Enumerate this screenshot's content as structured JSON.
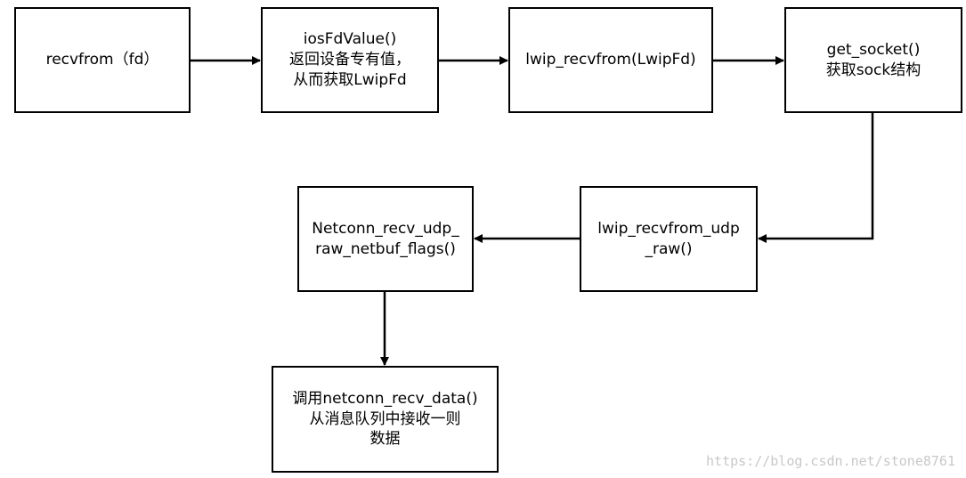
{
  "nodes": {
    "n1": [
      "recvfrom（fd）"
    ],
    "n2": [
      "iosFdValue()",
      "返回设备专有值，",
      "从而获取LwipFd"
    ],
    "n3": [
      "lwip_recvfrom(LwipFd)"
    ],
    "n4": [
      "get_socket()",
      "获取sock结构"
    ],
    "n5": [
      "lwip_recvfrom_udp",
      "_raw()"
    ],
    "n6": [
      "Netconn_recv_udp_",
      "raw_netbuf_flags()"
    ],
    "n7": [
      "调用netconn_recv_data()",
      "从消息队列中接收一则",
      "数据"
    ]
  },
  "watermark": "https://blog.csdn.net/stone8761"
}
